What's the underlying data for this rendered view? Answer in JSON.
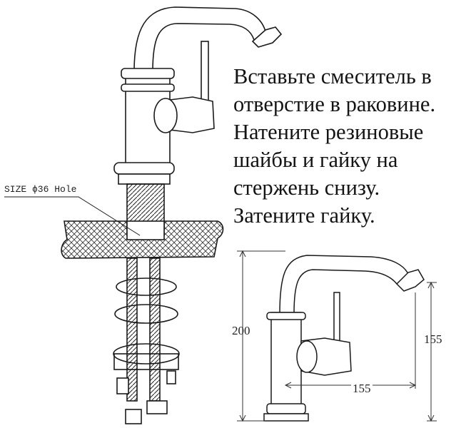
{
  "instruction": {
    "lines": [
      "Вставьте смеситель в",
      "отверстие в раковине.",
      "Натените резиновые",
      "шайбы и гайку на",
      "стержень снизу.",
      "Затените гайку."
    ]
  },
  "hole_label": "SIZE ϕ36 Hole",
  "dimensions": {
    "height": "200",
    "spout_height": "155",
    "reach": "155"
  }
}
